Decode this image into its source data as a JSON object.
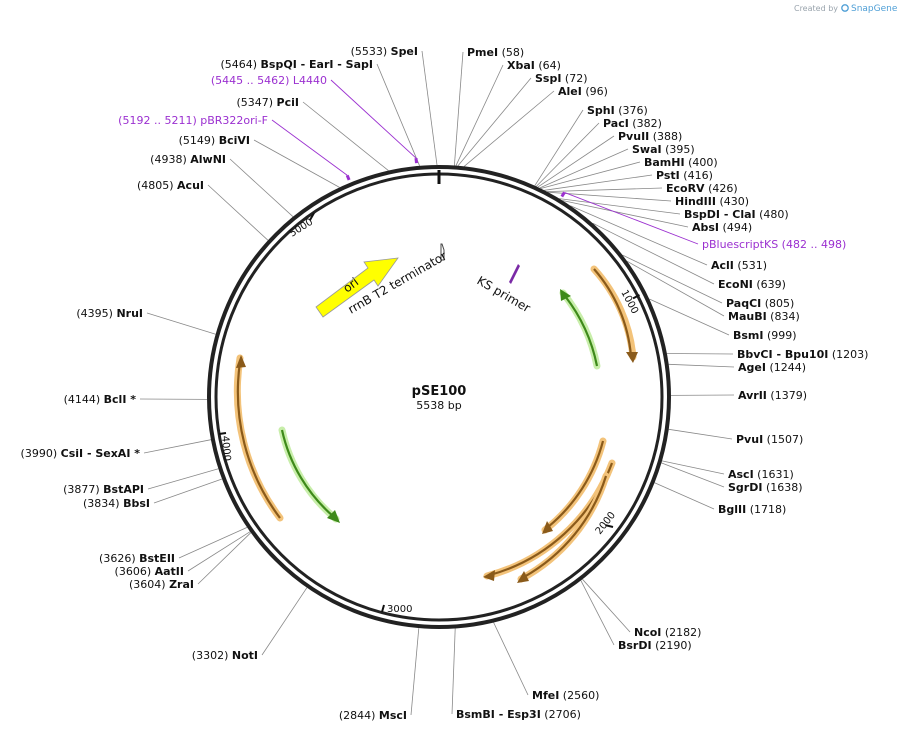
{
  "credit": {
    "prefix": "Created by",
    "brand": "SnapGene"
  },
  "plasmid": {
    "name": "pSE100",
    "length_label": "5538 bp"
  },
  "scale_ticks": [
    "1000",
    "2000",
    "3000",
    "4000",
    "5000"
  ],
  "features": [
    {
      "label": "ori"
    },
    {
      "label": "rrnB T2 terminator"
    },
    {
      "label": "KS primer"
    }
  ],
  "sites": [
    {
      "pos": "(58)",
      "name": "PmeI"
    },
    {
      "pos": "(64)",
      "name": "XbaI"
    },
    {
      "pos": "(72)",
      "name": "SspI"
    },
    {
      "pos": "(96)",
      "name": "AleI"
    },
    {
      "pos": "(376)",
      "name": "SphI"
    },
    {
      "pos": "(382)",
      "name": "PacI"
    },
    {
      "pos": "(388)",
      "name": "PvuII"
    },
    {
      "pos": "(395)",
      "name": "SwaI"
    },
    {
      "pos": "(400)",
      "name": "BamHI"
    },
    {
      "pos": "(416)",
      "name": "PstI"
    },
    {
      "pos": "(426)",
      "name": "EcoRV"
    },
    {
      "pos": "(430)",
      "name": "HindIII"
    },
    {
      "pos": "(480)",
      "name": "BspDI",
      "suffix": "-  ClaI"
    },
    {
      "pos": "(494)",
      "name": "AbsI"
    },
    {
      "pos": "(531)",
      "name": "AclI"
    },
    {
      "pos": "(639)",
      "name": "EcoNI"
    },
    {
      "pos": "(805)",
      "name": "PaqCI"
    },
    {
      "pos": "(834)",
      "name": "MauBI"
    },
    {
      "pos": "(999)",
      "name": "BsmI"
    },
    {
      "pos": "(1203)",
      "name": "BbvCI",
      "suffix": "-  Bpu10I"
    },
    {
      "pos": "(1244)",
      "name": "AgeI"
    },
    {
      "pos": "(1379)",
      "name": "AvrII"
    },
    {
      "pos": "(1507)",
      "name": "PvuI"
    },
    {
      "pos": "(1631)",
      "name": "AscI"
    },
    {
      "pos": "(1638)",
      "name": "SgrDI"
    },
    {
      "pos": "(1718)",
      "name": "BglII"
    },
    {
      "pos": "(2182)",
      "name": "NcoI"
    },
    {
      "pos": "(2190)",
      "name": "BsrDI"
    },
    {
      "pos": "(2560)",
      "name": "MfeI"
    },
    {
      "pos": "(2706)",
      "name": "BsmBI",
      "suffix": "-  Esp3I"
    },
    {
      "pos": "(2844)",
      "name": "MscI"
    },
    {
      "pos": "(3302)",
      "name": "NotI"
    },
    {
      "pos": "(3604)",
      "name": "ZraI"
    },
    {
      "pos": "(3606)",
      "name": "AatII"
    },
    {
      "pos": "(3626)",
      "name": "BstEII"
    },
    {
      "pos": "(3834)",
      "name": "BbsI"
    },
    {
      "pos": "(3877)",
      "name": "BstAPI"
    },
    {
      "pos": "(3990)",
      "name": "CsiI",
      "suffix": "-  SexAI *"
    },
    {
      "pos": "(4144)",
      "name": "BclI *"
    },
    {
      "pos": "(4395)",
      "name": "NruI"
    },
    {
      "pos": "(4805)",
      "name": "AcuI"
    },
    {
      "pos": "(4938)",
      "name": "AlwNI"
    },
    {
      "pos": "(5149)",
      "name": "BciVI"
    },
    {
      "pos": "(5347)",
      "name": "PciI"
    },
    {
      "pos": "(5464)",
      "name": "BspQI",
      "suffix": "-  EarI  -  SapI"
    },
    {
      "pos": "(5533)",
      "name": "SpeI"
    }
  ],
  "primers": [
    {
      "text": "pBluescriptKS     (482 .. 498)"
    },
    {
      "text": "(5192 .. 5211)   pBR322ori-F"
    },
    {
      "text": "(5445 .. 5462)   L4440"
    }
  ],
  "colors": {
    "ring": "#222222",
    "orange": "#e8a33c",
    "green": "#7acc3c",
    "yellow": "#ffff00",
    "primer": "#9b30d0"
  }
}
